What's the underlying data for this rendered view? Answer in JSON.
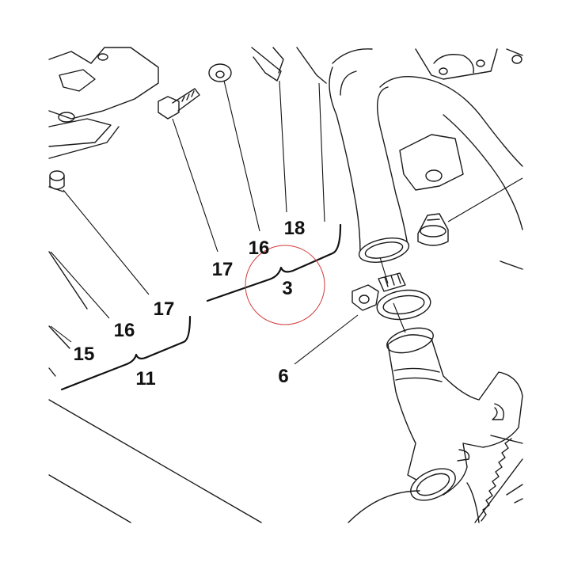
{
  "diagram": {
    "callouts": {
      "c3": "3",
      "c6": "6",
      "c11": "11",
      "c15": "15",
      "c16_left": "16",
      "c17_left": "17",
      "c16_mid": "16",
      "c17_mid": "17",
      "c18": "18"
    },
    "colors": {
      "line": "#1a1a1a",
      "highlight_circle": "#d33a3a",
      "background": "#ffffff"
    }
  }
}
